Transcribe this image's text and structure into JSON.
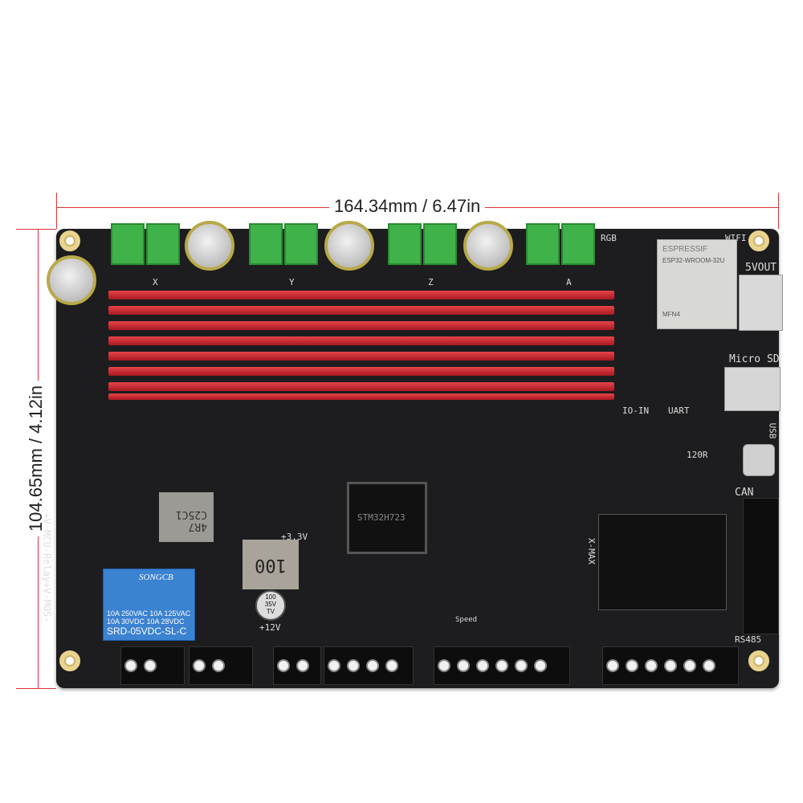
{
  "dimensions": {
    "width_label": "164.34mm / 6.47in",
    "height_label": "104.65mm / 4.12in",
    "line_color": "#e0313a"
  },
  "board": {
    "silkscreen": {
      "rgb": "RGB",
      "wifi": "WIFI",
      "vout": "5VOUT",
      "microsd": "Micro SD",
      "usb": "USB",
      "can": "CAN",
      "rs485": "RS485",
      "io_in": "IO-IN",
      "uart": "UART",
      "r120": "120R",
      "x": "X",
      "y": "Y",
      "z": "Z",
      "a": "A",
      "speed": "Speed",
      "v12": "+12V",
      "v33": "+3.3V",
      "xmax": "X-MAX",
      "side": "+V-MCU-Relay+V-MOS-"
    },
    "wifi_module": {
      "brand": "ESPRESSIF",
      "model": "ESP32-WROOM-32U",
      "code": "MFN4"
    },
    "mcu": {
      "label": "STM32H723"
    },
    "inductor_large": {
      "label": "100"
    },
    "inductor_small": {
      "label": "4R7 C25C1"
    },
    "capacitor_small": {
      "line1": "100",
      "line2": "35V",
      "line3": "TV"
    },
    "relay": {
      "brand": "SONGCB",
      "rating1": "10A 250VAC 10A 125VAC",
      "rating2": "10A 30VDC 10A 28VDC",
      "model": "SRD-05VDC-SL-C"
    },
    "colors": {
      "pcb": "#1d1d1f",
      "heatsink": "#d4303a",
      "terminal": "#3fb24a",
      "relay": "#3b82d0"
    }
  }
}
